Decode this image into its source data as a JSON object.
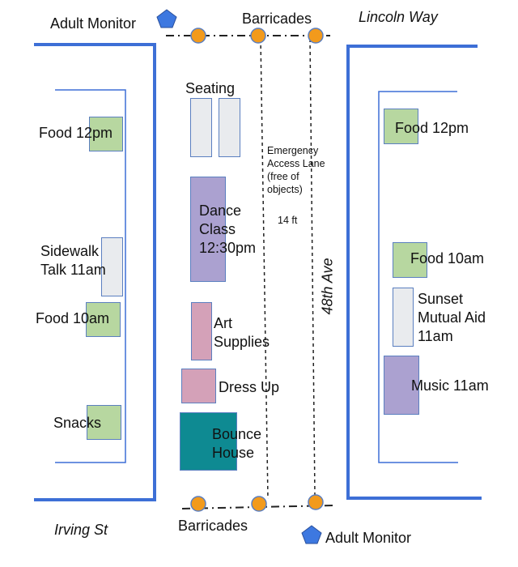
{
  "streets": {
    "top_right": "Lincoln Way",
    "bottom_left": "Irving St",
    "vertical": "48th Ave"
  },
  "monitors": {
    "top": "Adult Monitor",
    "bottom": "Adult Monitor"
  },
  "barricades": {
    "top": "Barricades",
    "bottom": "Barricades"
  },
  "lane": {
    "line1": "Emergency",
    "line2": "Access Lane",
    "line3": "(free of",
    "line4": "objects)",
    "width": "14 ft"
  },
  "center": {
    "seating": "Seating",
    "dance": [
      "Dance",
      "Class",
      "12:30pm"
    ],
    "art": [
      "Art",
      "Supplies"
    ],
    "dressup": "Dress Up",
    "bounce": [
      "Bounce",
      "House"
    ]
  },
  "left": {
    "food_top": "Food 12pm",
    "sidewalk": [
      "Sidewalk",
      "Talk 11am"
    ],
    "food_mid": "Food 10am",
    "snacks": "Snacks"
  },
  "right": {
    "food_top": "Food 12pm",
    "food_mid": "Food 10am",
    "aid": [
      "Sunset",
      "Mutual Aid",
      "11am"
    ],
    "music": "Music 11am"
  },
  "colors": {
    "food": "#b7d7a0",
    "seating": "#e9ebee",
    "dance": "#aba1d0",
    "art": "#d4a1b8",
    "bounce": "#0e8a92",
    "barricade": "#f29a1c",
    "wall": "#3d6fd6"
  }
}
